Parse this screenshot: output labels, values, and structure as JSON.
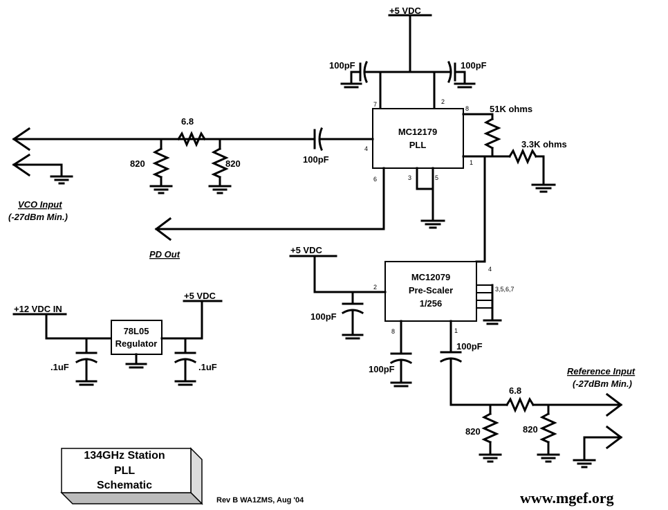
{
  "labels": {
    "vcc_top": "+5 VDC",
    "vcc_mid": "+5 VDC",
    "vcc_reg": "+5 VDC",
    "vin_12": "+12 VDC IN",
    "cap_100pf_tl": "100pF",
    "cap_100pf_tr": "100pF",
    "cap_100pf_in": "100pF",
    "cap_100pf_ps_left": "100pF",
    "cap_100pf_ps_8": "100pF",
    "cap_100pf_ps_1": "100pF",
    "cap_01uf_left": ".1uF",
    "cap_01uf_right": ".1uF",
    "res_6_8_top": "6.8",
    "res_820_a": "820",
    "res_820_b": "820",
    "res_51k": "51K ohms",
    "res_3_3k": "3.3K ohms",
    "res_6_8_bottom": "6.8",
    "res_820_c": "820",
    "res_820_d": "820"
  },
  "chips": {
    "pll_name": "MC12179",
    "pll_sub": "PLL",
    "ps_name": "MC12079",
    "ps_sub": "Pre-Scaler",
    "ps_ratio": "1/256",
    "reg_name": "78L05",
    "reg_sub": "Regulator"
  },
  "pins": {
    "pll_7": "7",
    "pll_2": "2",
    "pll_8": "8",
    "pll_4": "4",
    "pll_1": "1",
    "pll_6": "6",
    "pll_3": "3",
    "pll_5": "5",
    "ps_4": "4",
    "ps_2": "2",
    "ps_3567": "3,5,6,7",
    "ps_8": "8",
    "ps_1": "1"
  },
  "io": {
    "vco_input": "VCO Input",
    "vco_min": "(-27dBm Min.)",
    "pd_out": "PD Out",
    "ref_input": "Reference Input",
    "ref_min": "(-27dBm Min.)"
  },
  "title_block": {
    "line1": "134GHz Station",
    "line2": "PLL",
    "line3": "Schematic"
  },
  "revision": "Rev B WA1ZMS, Aug '04",
  "website": "www.mgef.org"
}
